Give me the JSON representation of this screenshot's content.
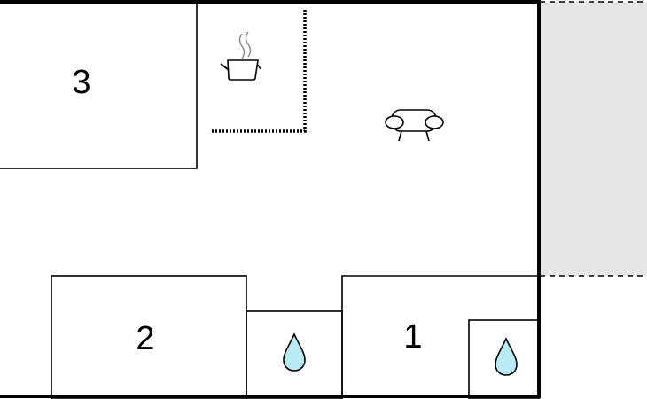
{
  "floorplan": {
    "rooms": [
      {
        "id": "room-3",
        "label": "3"
      },
      {
        "id": "room-2",
        "label": "2"
      },
      {
        "id": "room-1",
        "label": "1"
      }
    ],
    "icons": [
      {
        "id": "kitchen",
        "icon": "cooking-pot-icon"
      },
      {
        "id": "living",
        "icon": "sofa-icon"
      },
      {
        "id": "bath-a",
        "icon": "water-drop-icon"
      },
      {
        "id": "bath-b",
        "icon": "water-drop-icon"
      }
    ],
    "colors": {
      "wall": "#000000",
      "terrace_fill": "#e6e6e6",
      "water": "#b8ebf5",
      "steam": "#888888"
    }
  }
}
